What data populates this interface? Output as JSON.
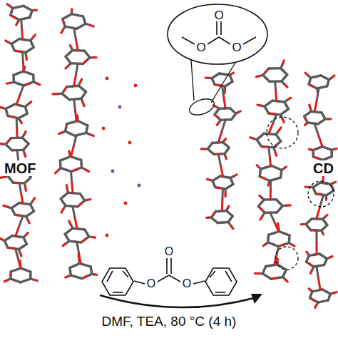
{
  "diagram": {
    "nodes": [
      {
        "text": [
          "O",
          "O",
          "O"
        ]
      }
    ],
    "labels": [
      "MOF",
      "CD",
      "O",
      "O",
      "O",
      "DMF, TEA, 80 °C (4 h)"
    ]
  }
}
